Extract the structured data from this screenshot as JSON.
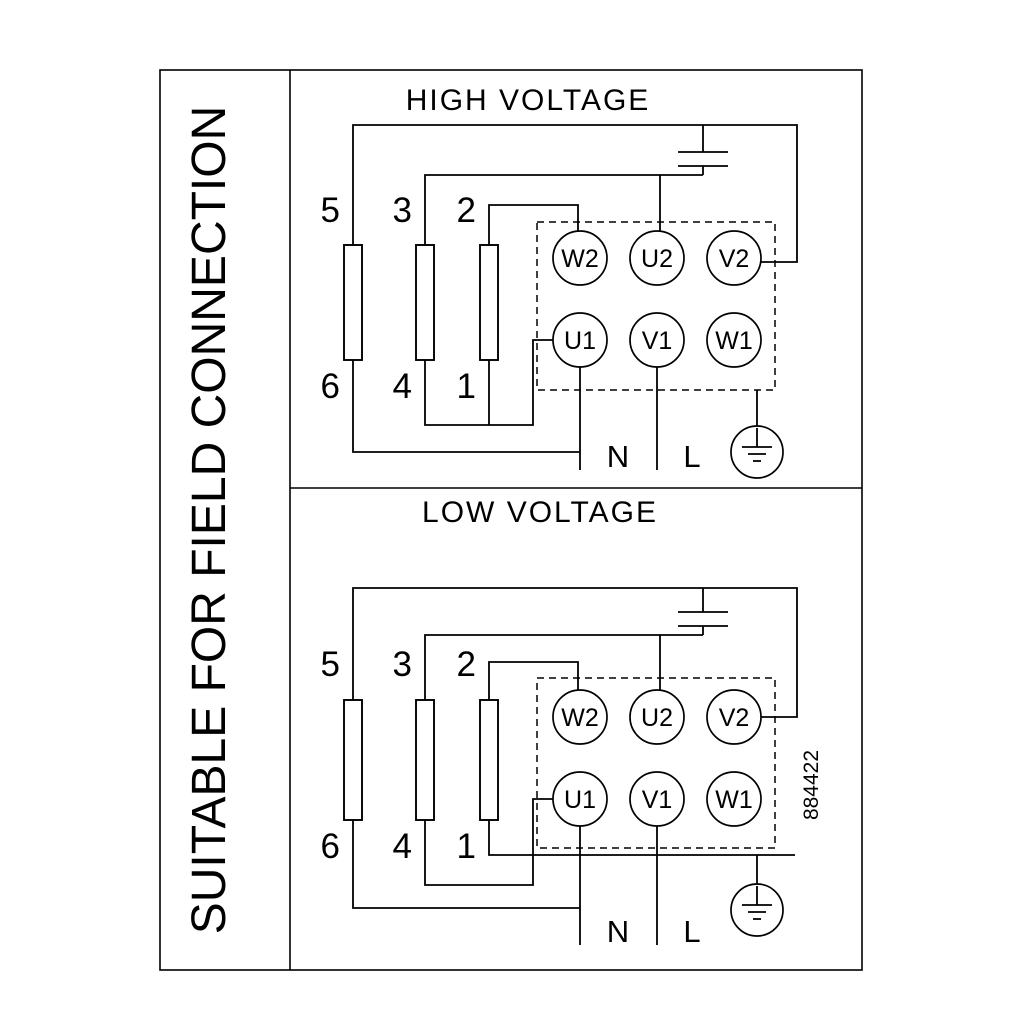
{
  "page": {
    "background": "#ffffff",
    "line_color": "#000000"
  },
  "left_panel": {
    "label": "SUITABLE FOR FIELD CONNECTION"
  },
  "diagrams": [
    {
      "id": "high",
      "title": "HIGH VOLTAGE",
      "links_top": [
        "5",
        "3",
        "2"
      ],
      "links_bottom": [
        "6",
        "4",
        "1"
      ],
      "terminals_top": [
        "W2",
        "U2",
        "V2"
      ],
      "terminals_bottom": [
        "U1",
        "V1",
        "W1"
      ],
      "neutral": "N",
      "line": "L"
    },
    {
      "id": "low",
      "title": "LOW VOLTAGE",
      "links_top": [
        "5",
        "3",
        "2"
      ],
      "links_bottom": [
        "6",
        "4",
        "1"
      ],
      "terminals_top": [
        "W2",
        "U2",
        "V2"
      ],
      "terminals_bottom": [
        "U1",
        "V1",
        "W1"
      ],
      "neutral": "N",
      "line": "L"
    }
  ],
  "drawing_number": "884422"
}
